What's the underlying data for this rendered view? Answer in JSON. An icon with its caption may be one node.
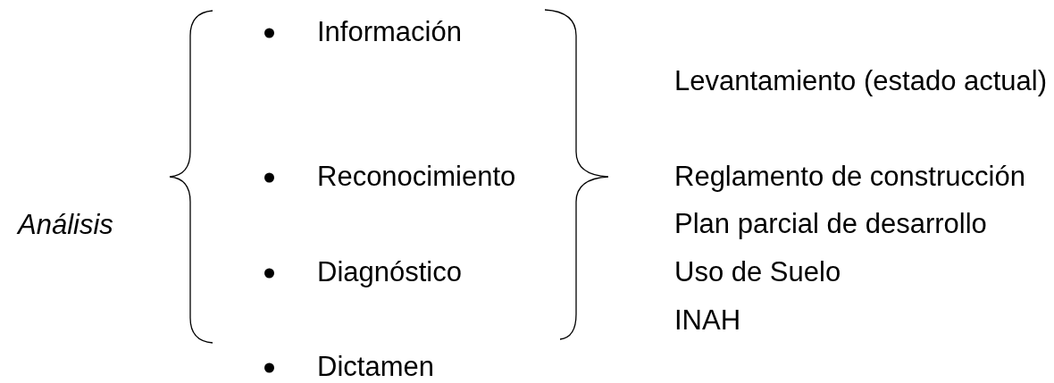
{
  "diagram": {
    "labels": [
      "Información",
      "Levantamiento (estado actual)",
      "Reconocimiento",
      "Reglamento de construcción",
      "Análisis",
      "Plan parcial de desarrollo",
      "Diagnóstico",
      "Uso de Suelo",
      "INAH",
      "Dictamen"
    ]
  }
}
